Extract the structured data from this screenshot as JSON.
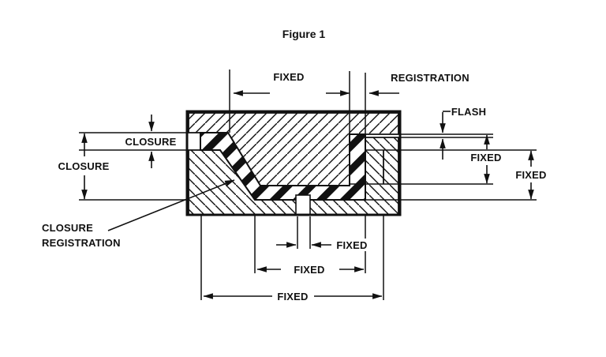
{
  "figure_title": "Figure 1",
  "dimensions": {
    "top_fixed": "FIXED",
    "registration": "REGISTRATION",
    "flash": "FLASH",
    "right_fixed_upper": "FIXED",
    "right_fixed_lower": "FIXED",
    "left_closure_gap": "CLOSURE",
    "left_closure_depth": "CLOSURE",
    "bottom_fixed_notch": "FIXED",
    "bottom_fixed_cavity": "FIXED",
    "bottom_fixed_overall": "FIXED"
  },
  "callout": {
    "line1": "CLOSURE",
    "line2": "REGISTRATION"
  },
  "colors": {
    "ink": "#111111",
    "paper": "#ffffff"
  }
}
